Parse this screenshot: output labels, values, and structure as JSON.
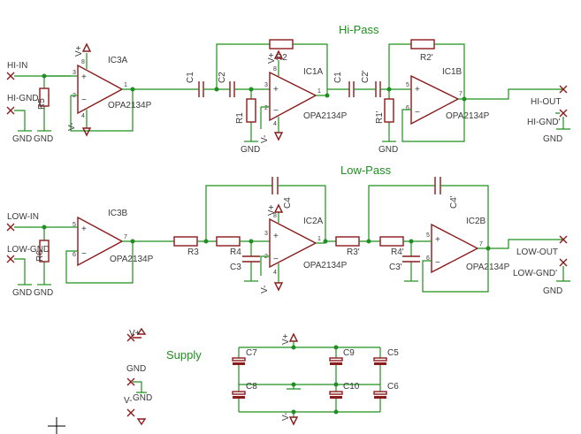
{
  "sections": {
    "hipass": "Hi-Pass",
    "lowpass": "Low-Pass",
    "supply": "Supply"
  },
  "opamps": {
    "ic3a": {
      "ref": "IC3A",
      "value": "OPA2134P"
    },
    "ic3b": {
      "ref": "IC3B",
      "value": "OPA2134P"
    },
    "ic1a": {
      "ref": "IC1A",
      "value": "OPA2134P"
    },
    "ic1b": {
      "ref": "IC1B",
      "value": "OPA2134P"
    },
    "ic2a": {
      "ref": "IC2A",
      "value": "OPA2134P"
    },
    "ic2b": {
      "ref": "IC2B",
      "value": "OPA2134P"
    }
  },
  "connectors": {
    "hi_in": "HI-IN",
    "hi_gnd": "HI-GND",
    "low_in": "LOW-IN",
    "low_gnd": "LOW-GND",
    "hi_out": "HI-OUT",
    "hi_gnd2": "HI-GND'",
    "low_out": "LOW-OUT",
    "low_gnd2": "LOW-GND'",
    "vplus": "V+",
    "gnd": "GND",
    "vminus": "V-"
  },
  "parts": {
    "r5": "R5",
    "r6": "R6",
    "c1": "C1",
    "c2": "C2",
    "r1": "R1",
    "r2": "R2",
    "c1p": "C1'",
    "c2p": "C2'",
    "r1p": "R1'",
    "r2p": "R2'",
    "r3": "R3",
    "r4": "R4",
    "c3": "C3",
    "c4": "C4",
    "r3p": "R3'",
    "r4p": "R4'",
    "c3p": "C3'",
    "c4p": "C4'",
    "c5": "C5",
    "c6": "C6",
    "c7": "C7",
    "c8": "C8",
    "c9": "C9",
    "c10": "C10"
  },
  "rails": {
    "vplus": "V+",
    "vminus": "V-",
    "gnd": "GND"
  },
  "colors": {
    "wire": "#1f8f1f",
    "part": "#8b1a1a",
    "text": "#3a3a3a"
  }
}
